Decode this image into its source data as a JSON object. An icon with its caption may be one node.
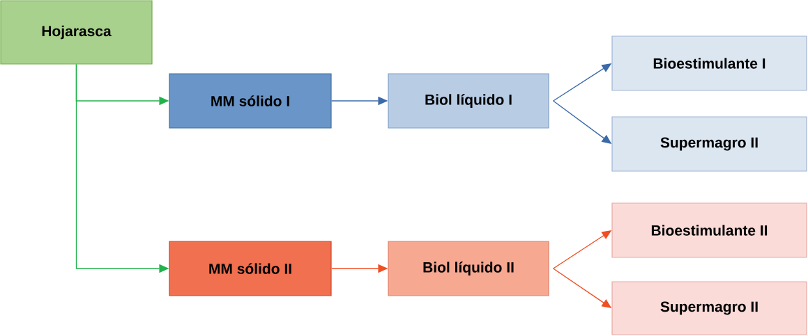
{
  "diagram": {
    "nodes": [
      {
        "text": [
          "Hojarasca"
        ]
      },
      {
        "text": [
          "MM sólido I"
        ]
      },
      {
        "text": [
          "Biol líquido I"
        ]
      },
      {
        "text": [
          "Bioestimulante I"
        ]
      },
      {
        "text": [
          "Supermagro II"
        ]
      },
      {
        "text": [
          "MM sólido II"
        ]
      },
      {
        "text": [
          "Biol líquido II"
        ]
      },
      {
        "text": [
          "Bioestimulante II"
        ]
      },
      {
        "text": [
          "Supermagro II"
        ]
      }
    ],
    "edges": [
      {
        "from": 0,
        "to": 1,
        "arrow": "to",
        "color": "#22b14c"
      },
      {
        "from": 0,
        "to": 5,
        "arrow": "to",
        "color": "#22b14c"
      },
      {
        "from": 1,
        "to": 2,
        "arrow": "to",
        "color": "#3a6aa8"
      },
      {
        "from": 2,
        "to": 3,
        "arrow": "to",
        "color": "#3a6aa8"
      },
      {
        "from": 2,
        "to": 4,
        "arrow": "to",
        "color": "#3a6aa8"
      },
      {
        "from": 5,
        "to": 6,
        "arrow": "to",
        "color": "#f04e23"
      },
      {
        "from": 6,
        "to": 7,
        "arrow": "to",
        "color": "#f04e23"
      },
      {
        "from": 6,
        "to": 8,
        "arrow": "to",
        "color": "#f04e23"
      }
    ]
  }
}
